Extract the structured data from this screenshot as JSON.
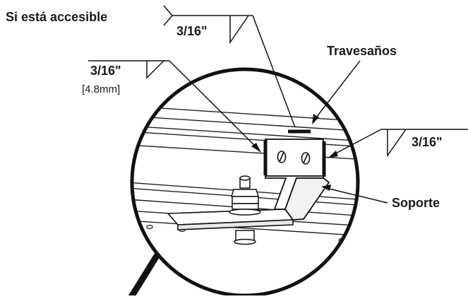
{
  "labels": {
    "accessible": "Si está accesible",
    "weld_top": "3/16\"",
    "weld_left": "3/16\"",
    "weld_left_metric": "[4.8mm]",
    "crossbars": "Travesaños",
    "weld_right": "3/16\"",
    "bracket": "Soporte"
  }
}
